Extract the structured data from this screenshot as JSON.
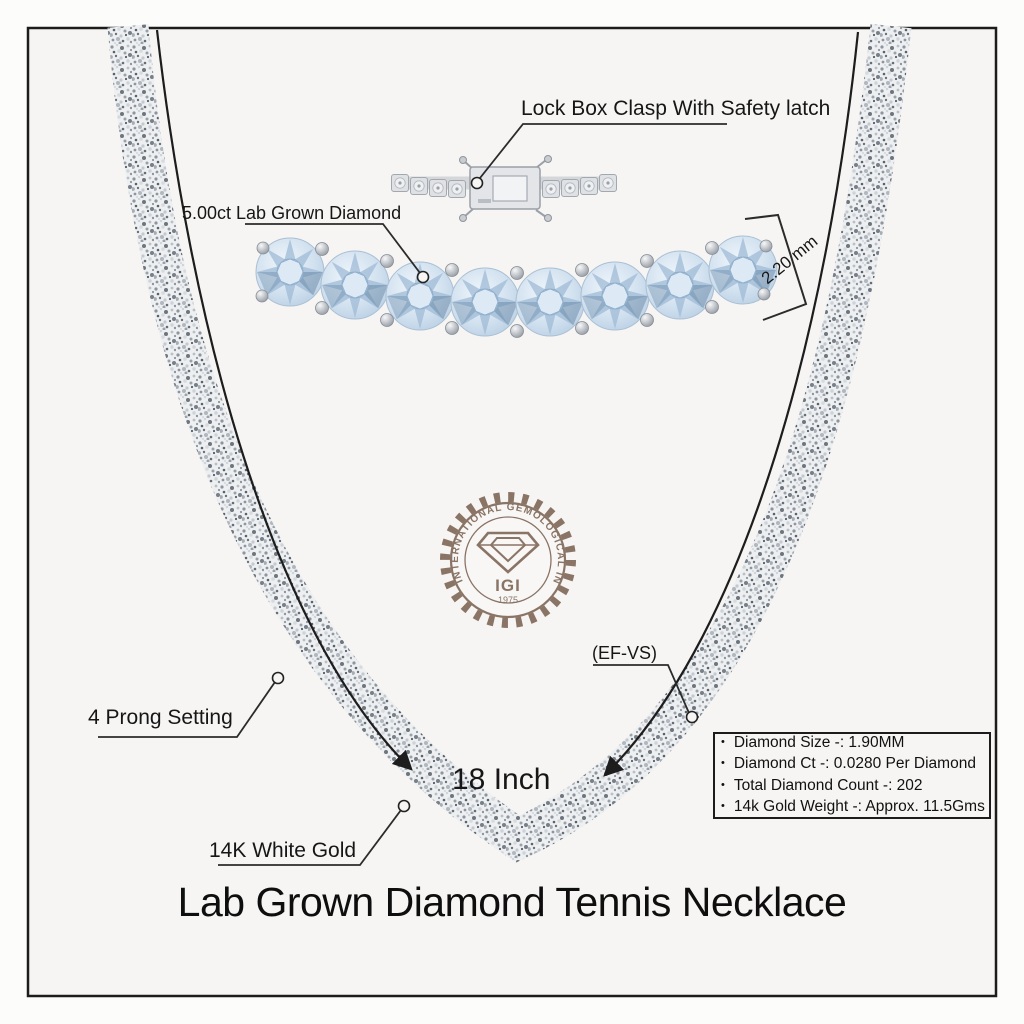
{
  "title": "Lab Grown Diamond Tennis Necklace",
  "callouts": {
    "clasp": {
      "label": "Lock Box Clasp With Safety latch"
    },
    "center_stone": {
      "label": "5.00ct Lab Grown Diamond"
    },
    "stone_size": {
      "label": "2.20 mm"
    },
    "clarity": {
      "label": "(EF-VS)"
    },
    "prong": {
      "label": "4 Prong Setting"
    },
    "length": {
      "label": "18 Inch"
    },
    "metal": {
      "label": "14K White Gold"
    }
  },
  "certification": {
    "institute_circular_text": "INTERNATIONAL GEMOLOGICAL INSTITUTE",
    "abbreviation": "IGI",
    "year": "1975",
    "seal_color": "#8a7466"
  },
  "specs": [
    "Diamond Size -: 1.90MM",
    "Diamond Ct -: 0.0280 Per Diamond",
    "Total Diamond Count -: 202",
    "14k Gold Weight -:  Approx. 11.5Gms"
  ],
  "colors": {
    "background": "#f6f5f3",
    "frame": "#1c1c1c",
    "leader_line": "#2b2b2b",
    "diamond_blue": "#c9dcee",
    "metal_gray": "#c9ccd1"
  }
}
